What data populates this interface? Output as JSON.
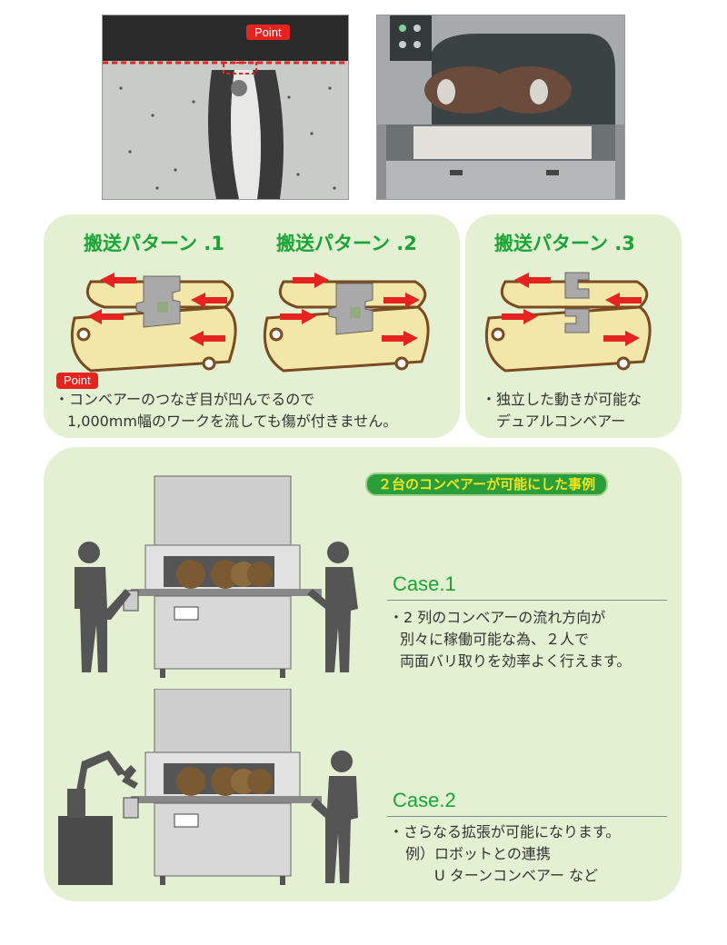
{
  "top_photos": {
    "point_label": "Point"
  },
  "patterns": [
    {
      "title": "搬送パターン .1"
    },
    {
      "title": "搬送パターン .2"
    },
    {
      "title": "搬送パターン .3"
    }
  ],
  "panel1": {
    "badge": "Point",
    "note_line1": "・コンベアーのつなぎ目が凹んでるので",
    "note_line2": "1,000mm幅のワークを流しても傷が付きません。"
  },
  "panel2": {
    "note_line1": "・独立した動きが可能な",
    "note_line2": "デュアルコンベアー"
  },
  "examples": {
    "heading": "２台のコンベアーが可能にした事例",
    "case1": {
      "title": "Case.1",
      "line1": "・2 列のコンベアーの流れ方向が",
      "line2": "別々に稼働可能な為、２人で",
      "line3": "両面バリ取りを効率よく行えます。"
    },
    "case2": {
      "title": "Case.2",
      "line1": "・さらなる拡張が可能になります。",
      "line2": "例）ロボットとの連携",
      "line3": "U ターンコンベアー など"
    }
  },
  "colors": {
    "accent_green": "#1aa536",
    "panel_bg": "#e3f1d2",
    "point_red": "#e52420",
    "belt_yellow": "#f2e7a8"
  }
}
